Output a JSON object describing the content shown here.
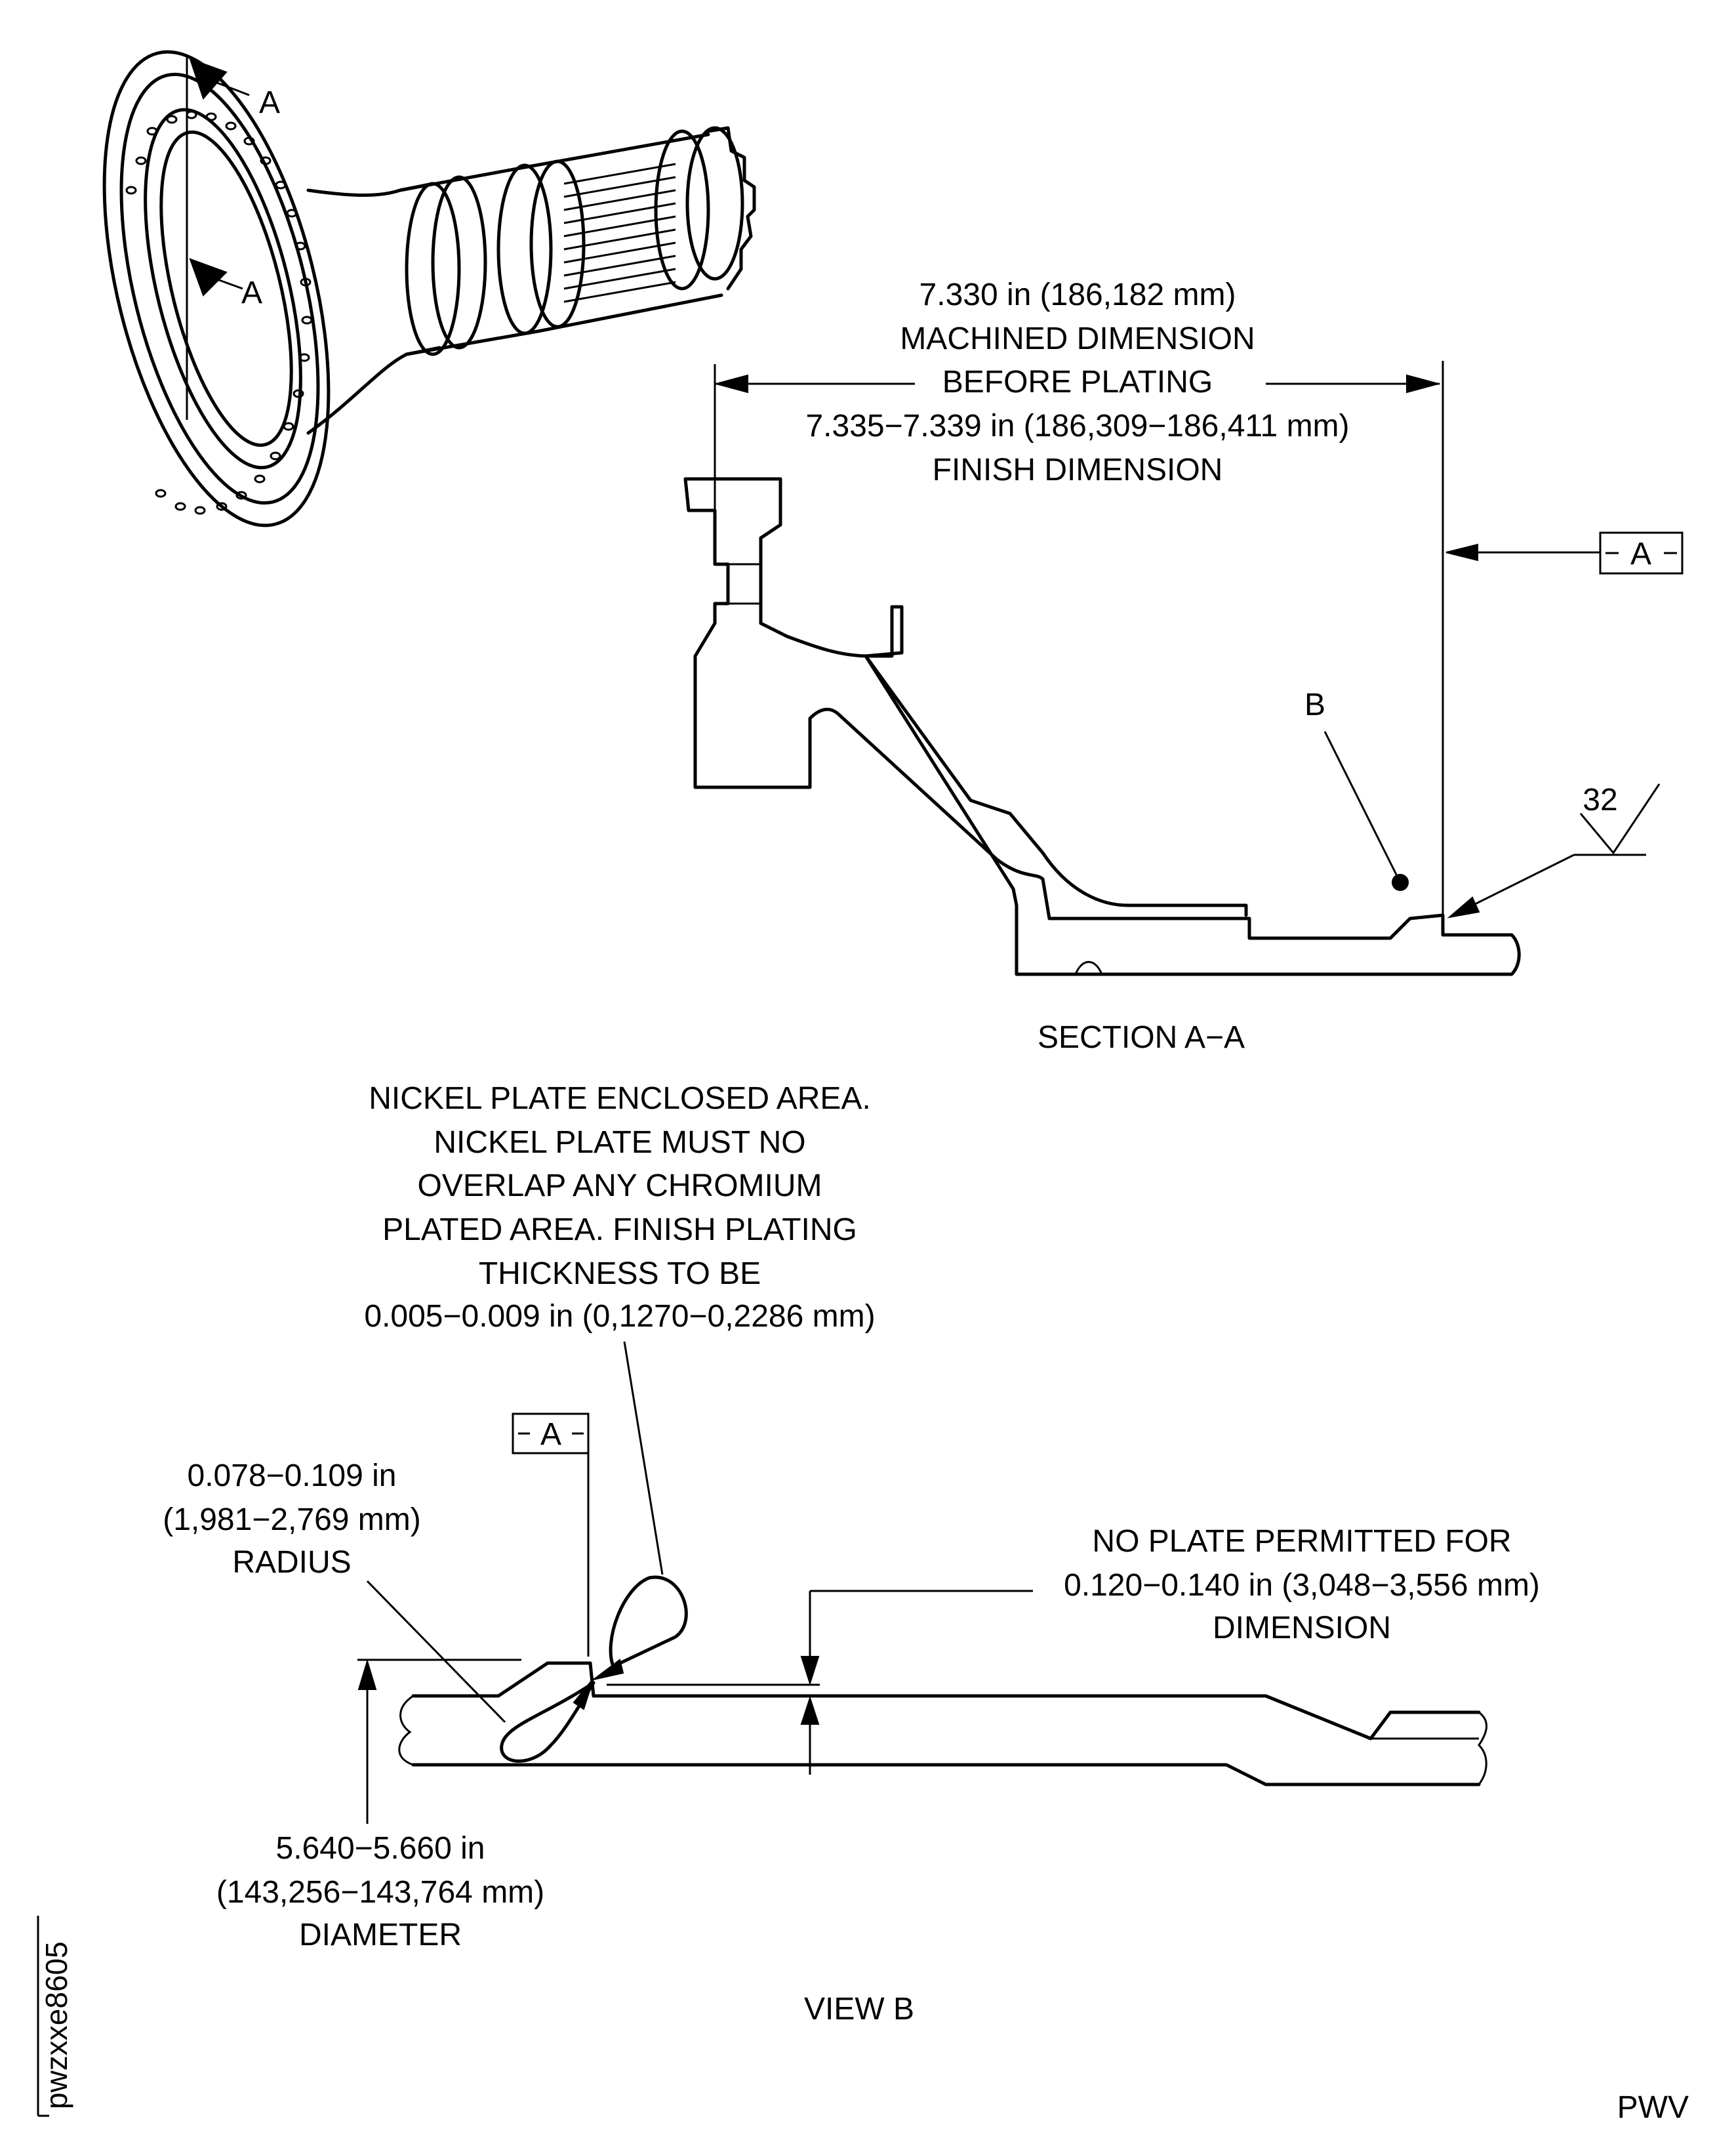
{
  "section_marks": {
    "upper": "A",
    "lower": "A"
  },
  "top_dimension": {
    "line1": "7.330 in (186,182 mm)",
    "line2": "MACHINED DIMENSION",
    "line3": "BEFORE PLATING",
    "line4": "7.335−7.339 in (186,309−186,411 mm)",
    "line5": "FINISH DIMENSION"
  },
  "datum_label": "A",
  "callout_b": "B",
  "surface_finish": "32",
  "section_title": "SECTION A−A",
  "nickel_note": [
    "NICKEL PLATE ENCLOSED AREA.",
    "NICKEL PLATE MUST NO",
    "OVERLAP ANY CHROMIUM",
    "PLATED AREA. FINISH PLATING",
    "THICKNESS TO BE",
    "0.005−0.009 in (0,1270−0,2286 mm)"
  ],
  "radius_note": [
    "0.078−0.109 in",
    "(1,981−2,769 mm)",
    "RADIUS"
  ],
  "no_plate_note": [
    "NO PLATE PERMITTED FOR",
    "0.120−0.140 in (3,048−3,556 mm)",
    "DIMENSION"
  ],
  "diameter_note": [
    "5.640−5.660 in",
    "(143,256−143,764 mm)",
    "DIAMETER"
  ],
  "view_title": "VIEW B",
  "figure_id": "pwzxxe8605",
  "corner_tag": "PWV"
}
